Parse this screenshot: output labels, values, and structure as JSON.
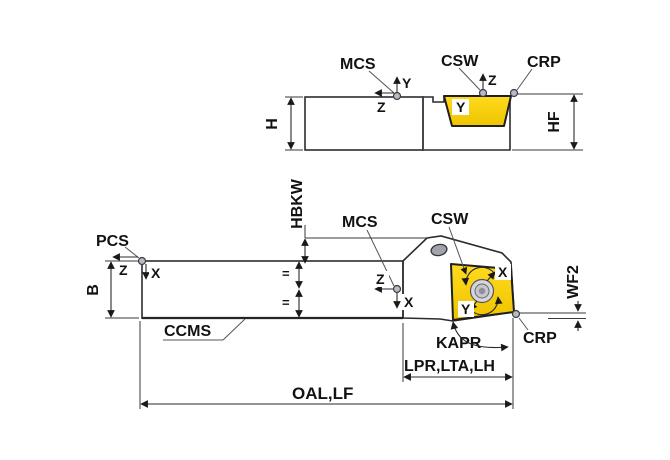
{
  "title": "Tool holder dimension diagram",
  "colors": {
    "insert_yellow": "#ffd400",
    "body_gray": "#b2b2ba",
    "outline_dark": "#2b2b31",
    "dim_line": "#2a2a2a"
  },
  "side_view": {
    "mcs_label": "MCS",
    "csw_label": "CSW",
    "crp_label": "CRP",
    "h_dim": "H",
    "hf_dim": "HF",
    "mcs_axis_up": "Y",
    "mcs_axis_left": "Z",
    "csw_axis_up": "Z",
    "csw_axis_side": "Y"
  },
  "plan_view": {
    "pcs_label": "PCS",
    "mcs_label": "MCS",
    "csw_label": "CSW",
    "crp_label": "CRP",
    "ccms_label": "CCMS",
    "b_dim": "B",
    "hbkw_dim": "HBKW",
    "wf2_dim": "WF2",
    "kapr_dim": "KAPR",
    "lpr_dim": "LPR,LTA,LH",
    "oal_dim": "OAL,LF",
    "pcs_axis_left": "Z",
    "pcs_axis_down": "X",
    "mcs_axis_left": "Z",
    "mcs_axis_down": "X",
    "insert_axis_x": "X",
    "insert_axis_y": "Y",
    "equal_mark_top": "=",
    "equal_mark_bottom": "="
  }
}
